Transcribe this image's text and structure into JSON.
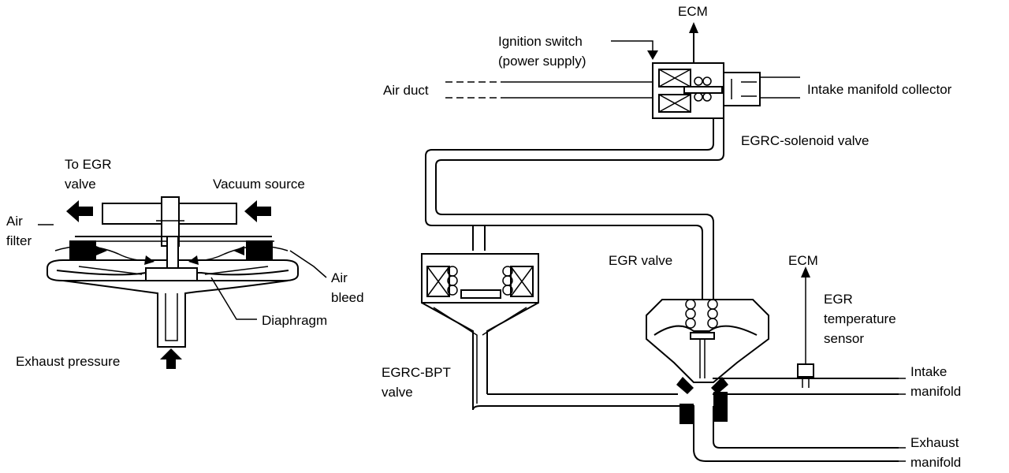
{
  "labels": {
    "to_egr_valve_line1": "To EGR",
    "to_egr_valve_line2": "valve",
    "vacuum_source": "Vacuum source",
    "air_filter_line1": "Air",
    "air_filter_line2": "filter",
    "air_bleed_line1": "Air",
    "air_bleed_line2": "bleed",
    "diaphragm": "Diaphragm",
    "exhaust_pressure": "Exhaust pressure",
    "ecm_top": "ECM",
    "ignition_switch_line1": "Ignition switch",
    "ignition_switch_line2": "(power supply)",
    "air_duct": "Air duct",
    "intake_manifold_collector": "Intake manifold collector",
    "egrc_solenoid_valve": "EGRC-solenoid valve",
    "egr_valve": "EGR valve",
    "ecm_right": "ECM",
    "egr_temp_line1": "EGR",
    "egr_temp_line2": "temperature",
    "egr_temp_line3": "sensor",
    "egrc_bpt_line1": "EGRC-BPT",
    "egrc_bpt_line2": "valve",
    "intake_manifold_line1": "Intake",
    "intake_manifold_line2": "manifold",
    "exhaust_manifold_line1": "Exhaust",
    "exhaust_manifold_line2": "manifold"
  },
  "colors": {
    "ink": "#000000",
    "paper": "#ffffff"
  }
}
